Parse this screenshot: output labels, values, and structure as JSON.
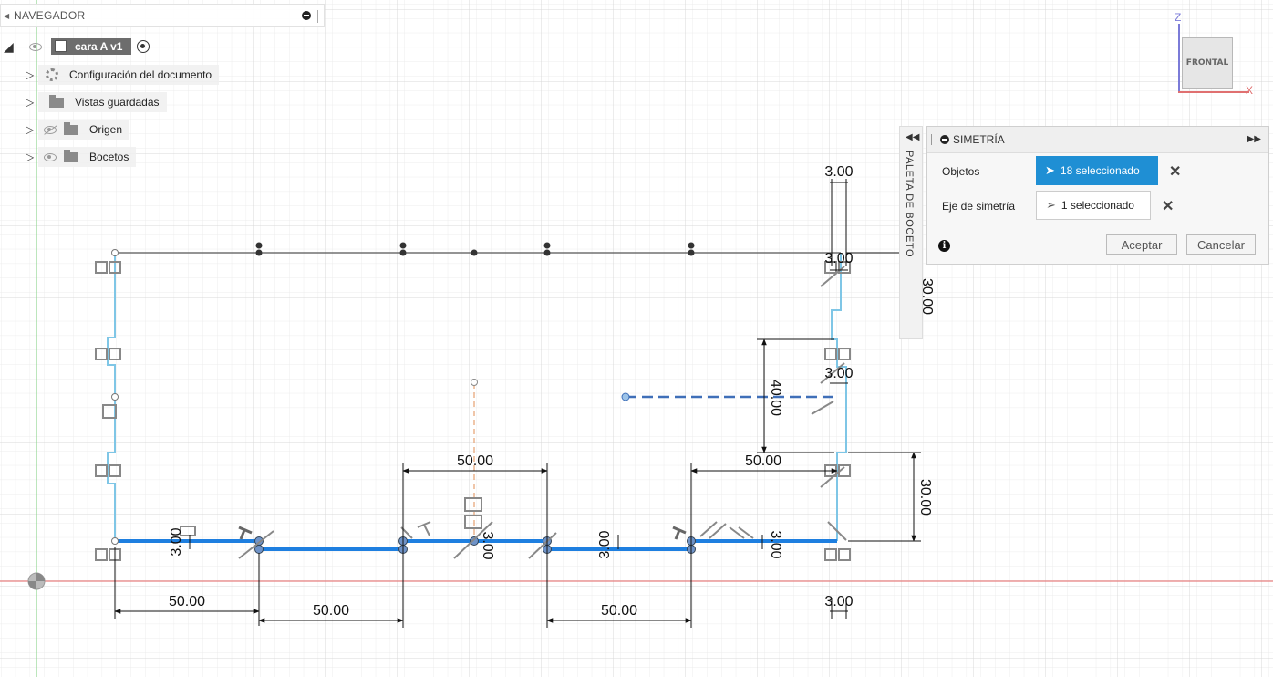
{
  "navigator": {
    "title": "NAVEGADOR",
    "root_label": "cara A v1",
    "items": [
      {
        "label": "Configuración del documento",
        "icon": "gear-icon"
      },
      {
        "label": "Vistas guardadas",
        "icon": "folder-icon"
      },
      {
        "label": "Origen",
        "icon": "folder-icon",
        "visibility": "hidden"
      },
      {
        "label": "Bocetos",
        "icon": "folder-icon",
        "visibility": "visible"
      }
    ]
  },
  "viewcube": {
    "face": "FRONTAL",
    "axis_z": "Z",
    "axis_x": "X"
  },
  "palette": {
    "label": "PALETA DE BOCETO"
  },
  "symmetry": {
    "title": "SIMETRÍA",
    "objects_label": "Objetos",
    "objects_value": "18 seleccionado",
    "axis_label": "Eje de simetría",
    "axis_value": "1 seleccionado",
    "ok_label": "Aceptar",
    "cancel_label": "Cancelar"
  },
  "sketch": {
    "dimensions": {
      "d50_a": "50.00",
      "d50_b": "50.00",
      "d50_c": "50.00",
      "d50_d": "50.00",
      "d50_e": "50.00",
      "d3_top": "3.00",
      "d3_mid": "3.00",
      "d3_right": "3.00",
      "d3_bottom": "3.00",
      "d3_l1": "3.00",
      "d3_l2": "3.00",
      "d3_l3": "3.00",
      "d3_l4": "3.00",
      "d30_top": "30.00",
      "d30_right": "30.00",
      "d40": "40.00"
    }
  },
  "colors": {
    "grid": "#e4e4e4",
    "sketch_blue": "#1e7fe0",
    "profile_light_blue": "#7fc6e6",
    "axis_green": "#8fd48f",
    "axis_red": "#e88080",
    "dimension_line": "#111111",
    "selected_button": "#1f8fd4"
  }
}
